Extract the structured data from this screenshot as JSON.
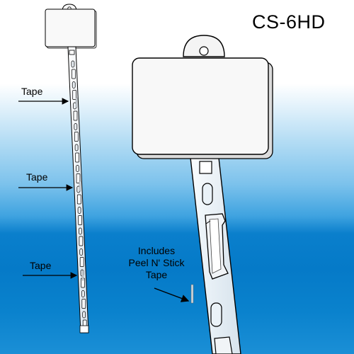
{
  "product": {
    "code": "CS-6HD"
  },
  "callouts": {
    "tape_labels": [
      "Tape",
      "Tape",
      "Tape"
    ],
    "includes_lines": [
      "Includes",
      "Peel N' Stick",
      "Tape"
    ]
  },
  "colors": {
    "background_top": "#ffffff",
    "background_bottom": "#057ac8",
    "strip_fill": "#f4f6f8",
    "outline": "#000000"
  },
  "icons": [
    "arrow-icon"
  ]
}
